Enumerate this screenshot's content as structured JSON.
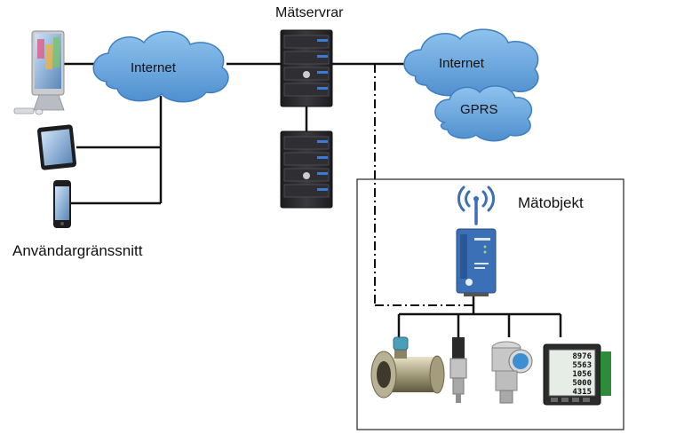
{
  "labels": {
    "servers": "Mätservrar",
    "user_interface": "Användargränssnitt",
    "measurement_object": "Mätobjekt",
    "internet_left": "Internet",
    "internet_right": "Internet",
    "gprs": "GPRS"
  },
  "icons": {
    "desktop": "desktop-computer-icon",
    "tablet": "tablet-icon",
    "phone": "smartphone-icon",
    "server": "server-icon",
    "gateway": "gprs-modem-icon",
    "signal": "wireless-signal-icon",
    "flow_meter": "turbine-flow-meter-icon",
    "pressure_sensor": "pressure-transmitter-icon",
    "pressure_gauge": "pressure-gauge-icon",
    "energy_meter": "power-meter-icon"
  },
  "meter_display": [
    "8976",
    "5563",
    "1056",
    "5000",
    "4315"
  ],
  "colors": {
    "cloud_fill": "#6ca9dd",
    "cloud_stroke": "#3f7fbf",
    "line": "#111111",
    "server_body": "#2b2b2e",
    "server_accent": "#3a7bd5",
    "gateway_blue": "#3b6fb6"
  }
}
